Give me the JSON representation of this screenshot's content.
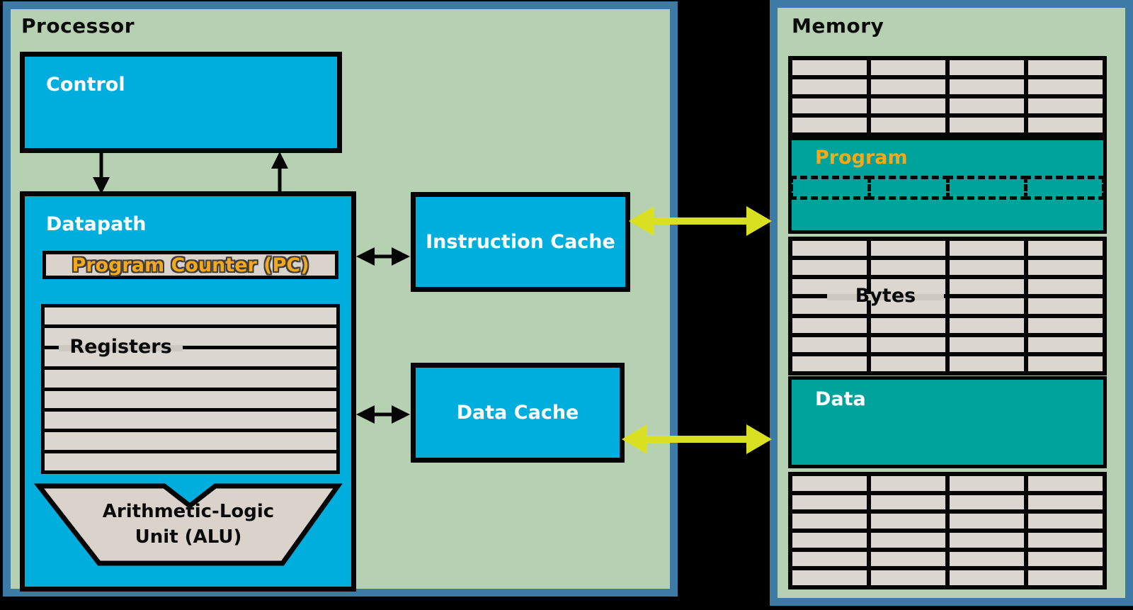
{
  "processor": {
    "title": "Processor",
    "control": "Control",
    "datapath": "Datapath",
    "program_counter": "Program Counter (PC)",
    "registers": "Registers",
    "registers_rows": 8,
    "alu_line1": "Arithmetic-Logic",
    "alu_line2": "Unit (ALU)",
    "instruction_cache": "Instruction Cache",
    "data_cache": "Data Cache"
  },
  "memory": {
    "title": "Memory",
    "program": "Program",
    "bytes": "Bytes",
    "data": "Data",
    "top_grid": {
      "rows": 4,
      "cols": 4
    },
    "middle_grid": {
      "rows": 7,
      "cols": 4
    },
    "bottom_grid": {
      "rows": 6,
      "cols": 4
    },
    "program_slots": {
      "cells": 4
    }
  },
  "colors": {
    "background": "#000000",
    "panel_border": "#3b7ba6",
    "panel_background": "#b6d0b2",
    "box_blue": "#00aedd",
    "band_teal": "#00a39b",
    "cell_gray": "#dcd6d0",
    "label_gold": "#f5a81c",
    "arrow_yellow": "#d9e021",
    "arrow_black": "#000000"
  }
}
